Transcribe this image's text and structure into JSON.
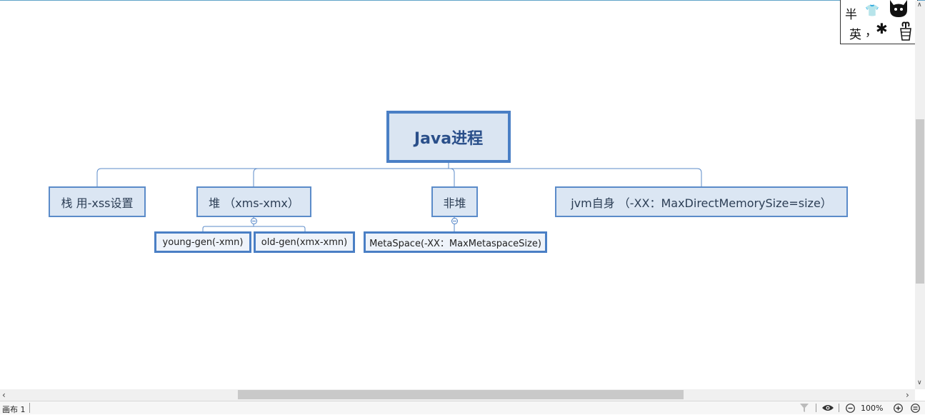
{
  "mindmap": {
    "root": "Java进程",
    "topics": {
      "stack": "栈 用-xss设置",
      "heap": "堆 （xms-xmx）",
      "nonheap": "非堆",
      "jvm": "jvm自身 （-XX：MaxDirectMemorySize=size）"
    },
    "subtopics": {
      "young": "young-gen(-xmn)",
      "old": "old-gen(xmx-xmn)",
      "metaspace": "MetaSpace(-XX：MaxMetaspaceSize)"
    },
    "colors": {
      "border": "#4a7fc5",
      "fill": "#dbe6f3",
      "line": "#5b8bc9"
    }
  },
  "ime": {
    "mode": "半",
    "lang": "英",
    "punct": "，",
    "icons": [
      "shirt-icon",
      "cat-icon",
      "asterisk-icon",
      "pot-icon"
    ]
  },
  "statusbar": {
    "sheet_tab": "画布 1",
    "zoom": "100%",
    "icons": [
      "filter-icon",
      "eye-icon",
      "zoom-out-icon",
      "zoom-in-icon",
      "menu-icon"
    ]
  }
}
